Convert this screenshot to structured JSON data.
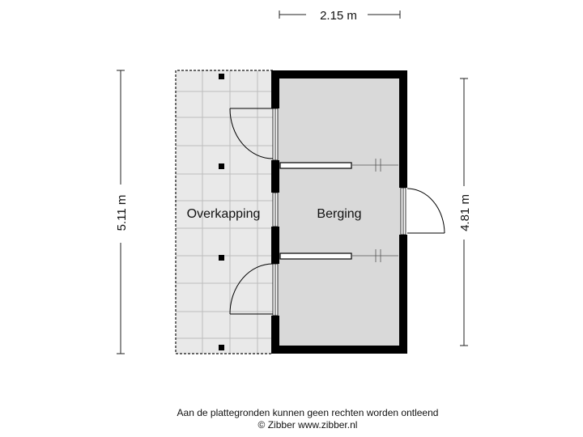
{
  "dimensions": {
    "width_top": "2.15 m",
    "height_left": "5.11 m",
    "height_right": "4.81 m"
  },
  "rooms": {
    "overkapping": "Overkapping",
    "berging": "Berging"
  },
  "footer": {
    "disclaimer": "Aan de plattegronden kunnen geen rechten worden ontleend",
    "copyright": "© Zibber www.zibber.nl"
  },
  "colors": {
    "wall": "#000000",
    "room_fill": "#d9d9d9",
    "porch_fill": "#e9e9e9",
    "grid_line": "#bdbdbd",
    "dim_line": "#222222"
  }
}
